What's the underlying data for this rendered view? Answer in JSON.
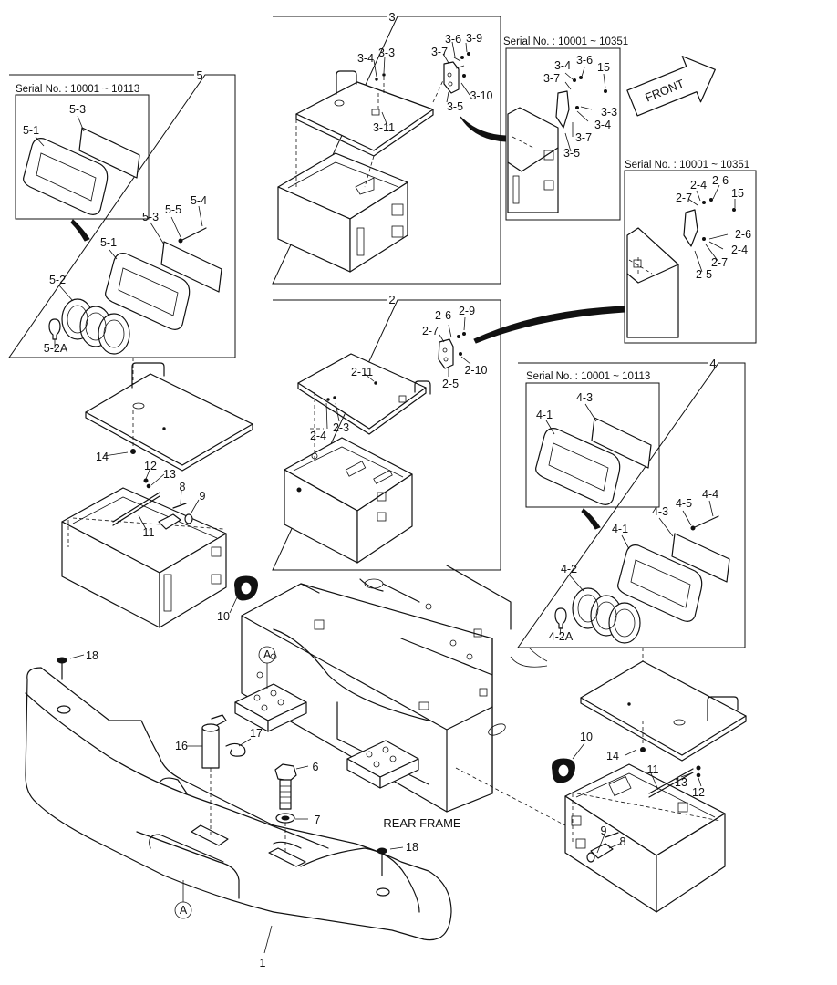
{
  "diagram": {
    "group_numbers": {
      "g3": "3",
      "g2": "2",
      "g4": "4",
      "g5": "5"
    },
    "serial_labels": {
      "s1": "Serial No. : 10001 ~ 10113",
      "s2": "Serial No. : 10001 ~ 10351",
      "s3": "Serial No. : 10001 ~ 10351",
      "s4": "Serial No. : 10001 ~ 10113"
    },
    "front_label": "FRONT",
    "rear_frame_label": "REAR FRAME",
    "detail_marker": "A",
    "part_labels": {
      "p3_4a": "3-4",
      "p3_3a": "3-3",
      "p3_6a": "3-6",
      "p3_9": "3-9",
      "p3_7a": "3-7",
      "p3_10": "3-10",
      "p3_5a": "3-5",
      "p3_11": "3-11",
      "p3_4b": "3-4",
      "p3_6b": "3-6",
      "p15a": "15",
      "p3_7b": "3-7",
      "p3_3b": "3-3",
      "p3_4c": "3-4",
      "p3_7c": "3-7",
      "p3_5b": "3-5",
      "p2_4a": "2-4",
      "p2_6a": "2-6",
      "p2_7a": "2-7",
      "p15b": "15",
      "p2_6b": "2-6",
      "p2_4b": "2-4",
      "p2_7b": "2-7",
      "p2_5a": "2-5",
      "p2_6c": "2-6",
      "p2_9": "2-9",
      "p2_7c": "2-7",
      "p2_11": "2-11",
      "p2_10": "2-10",
      "p2_5b": "2-5",
      "p2_4c": "2-4",
      "p2_3": "2-3",
      "p5_3a": "5-3",
      "p5_1a": "5-1",
      "p5_3b": "5-3",
      "p5_5": "5-5",
      "p5_4": "5-4",
      "p5_1b": "5-1",
      "p5_2": "5-2",
      "p5_2a": "5-2A",
      "p4_3a": "4-3",
      "p4_1a": "4-1",
      "p4_5": "4-5",
      "p4_4": "4-4",
      "p4_3b": "4-3",
      "p4_1b": "4-1",
      "p4_2": "4-2",
      "p4_2a": "4-2A",
      "p14a": "14",
      "p12a": "12",
      "p13a": "13",
      "p8a": "8",
      "p9a": "9",
      "p11a": "11",
      "p10a": "10",
      "p18a": "18",
      "p16": "16",
      "p17": "17",
      "p6": "6",
      "p7": "7",
      "p18b": "18",
      "p1": "1",
      "p10b": "10",
      "p14b": "14",
      "p11b": "11",
      "p13b": "13",
      "p12b": "12",
      "p9b": "9",
      "p8b": "8"
    }
  }
}
